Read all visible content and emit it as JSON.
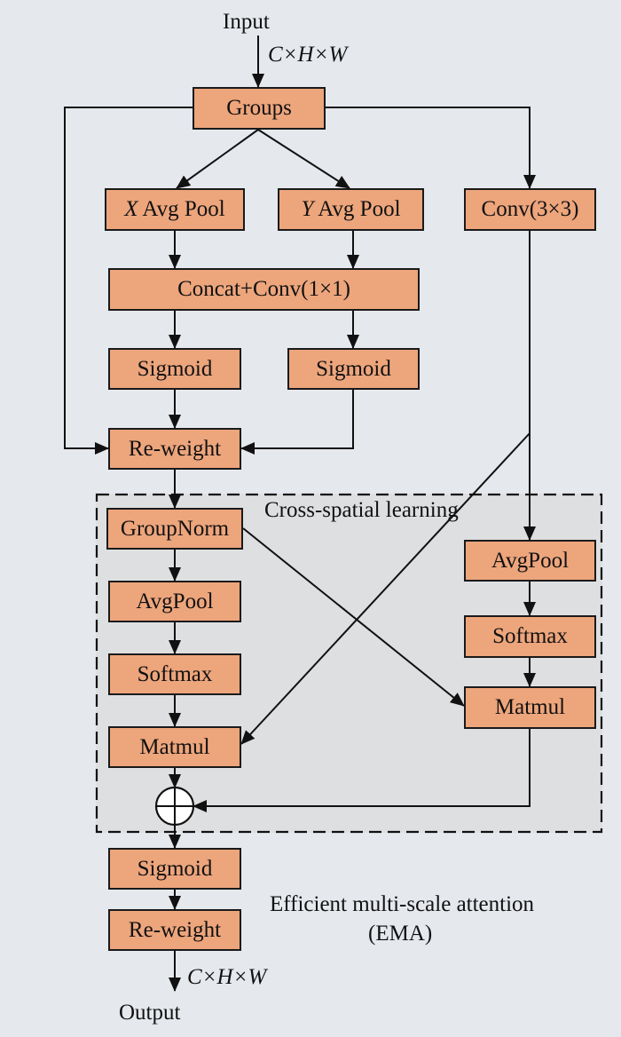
{
  "diagram": {
    "title": "Efficient multi-scale attention",
    "title_abbrev": "(EMA)",
    "input_label": "Input",
    "output_label": "Output",
    "input_dim": "C×H×W",
    "output_dim": "C×H×W",
    "region_label": "Cross-spatial learning",
    "colors": {
      "box_fill": "#eda57c",
      "box_border": "#1a1a1a",
      "background": "#e5e8ed",
      "region_fill": "#dedfe1"
    },
    "nodes": {
      "groups": "Groups",
      "x_pool_var": "X",
      "x_pool": " Avg Pool",
      "y_pool_var": "Y",
      "y_pool": " Avg Pool",
      "conv3": "Conv(3×3)",
      "concat": "Concat+Conv(1×1)",
      "sigmoid_left": "Sigmoid",
      "sigmoid_right": "Sigmoid",
      "reweight_1": "Re-weight",
      "groupnorm": "GroupNorm",
      "avgpool_left": "AvgPool",
      "softmax_left": "Softmax",
      "matmul_left": "Matmul",
      "avgpool_right": "AvgPool",
      "softmax_right": "Softmax",
      "matmul_right": "Matmul",
      "add_op": "⊕",
      "sigmoid_out": "Sigmoid",
      "reweight_out": "Re-weight"
    }
  }
}
